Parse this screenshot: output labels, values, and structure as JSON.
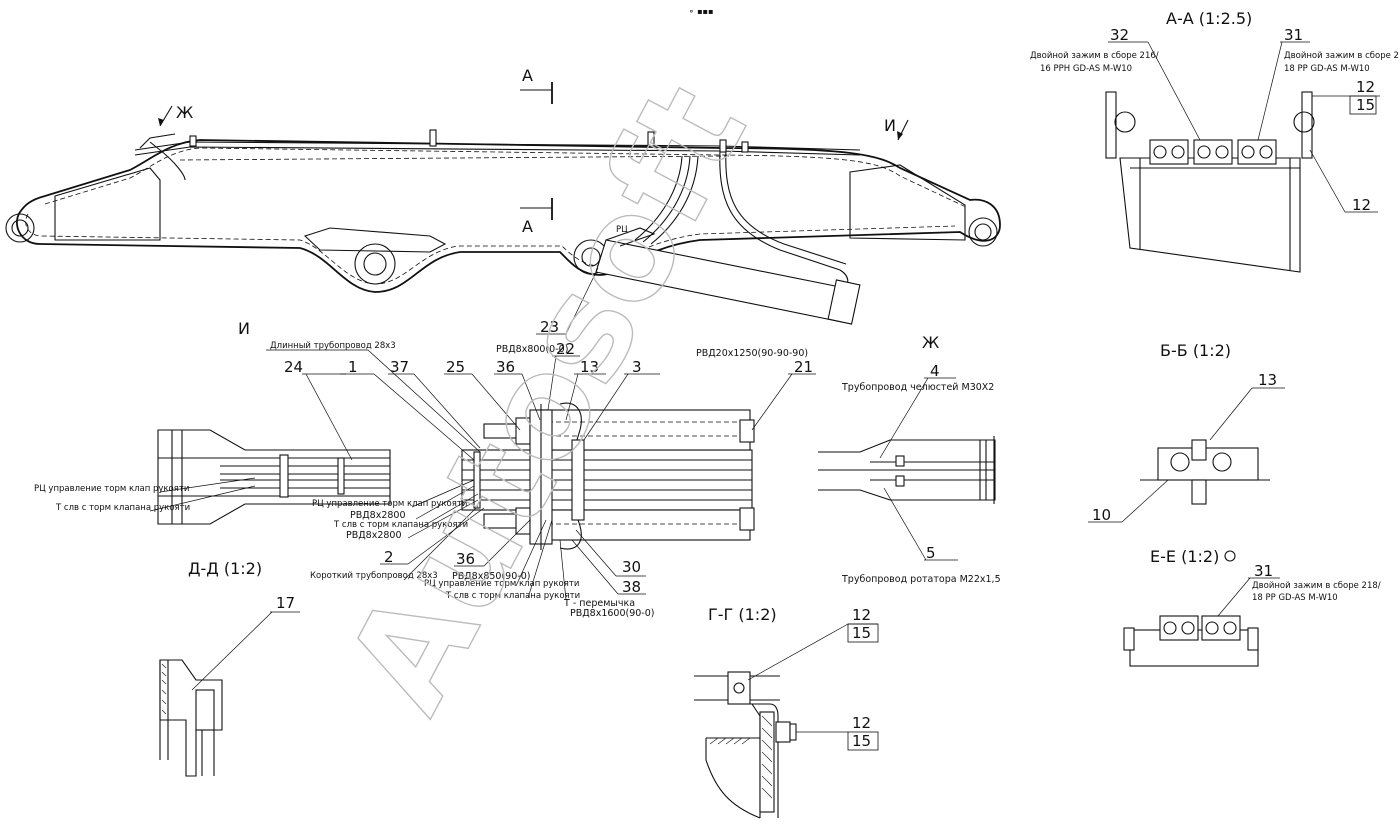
{
  "top_mark": "⚬ ▪▪▪",
  "watermark": "Autosoft",
  "section_labels": {
    "aa": "А-А (1:2.5)",
    "bb": "Б-Б (1:2)",
    "ee": "Е-Е (1:2)",
    "dd": "Д-Д (1:2)",
    "gg": "Г-Г (1:2)",
    "i": "И",
    "zh": "Ж",
    "a_top": "А",
    "a_bottom": "А",
    "zh_arrow": "Ж",
    "i_arrow": "И"
  },
  "part_numbers": {
    "p32": "32",
    "p31_aa": "31",
    "p12_aa_top": "12",
    "p15_aa": "15",
    "p12_aa_bottom": "12",
    "p13": "13",
    "p10": "10",
    "p31_ee": "31",
    "p23": "23",
    "p24": "24",
    "p1": "1",
    "p37": "37",
    "p25": "25",
    "p36_top": "36",
    "p22": "22",
    "p13_mid": "13",
    "p3": "3",
    "p21": "21",
    "p4": "4",
    "p5": "5",
    "p2": "2",
    "p36_bot": "36",
    "p30": "30",
    "p38": "38",
    "p17": "17",
    "p12_gg_a": "12",
    "p15_gg_a": "15",
    "p12_gg_b": "12",
    "p15_gg_b": "15"
  },
  "notes": {
    "aa_left": [
      "Двойной зажим в сборе 216/",
      "16 PPН GD-AS M-W10"
    ],
    "aa_right": [
      "Двойной зажим в сборе 2",
      "18 PP GD-AS M-W10"
    ],
    "ee": [
      "Двойной зажим в сборе 218/",
      "18 PP GD-AS M-W10"
    ],
    "long_pipe": "Длинный трубопровод 28x3",
    "rvd800": "РВД8x800(0-0)",
    "rvd1250": "РВД20x1250(90-90-90)",
    "pipe_jaws": "Трубопровод челюстей М30Х2",
    "pipe_rotator": "Трубопровод ротатора М22x1,5",
    "short_pipe": "Короткий трубопровод 28x3",
    "rvd850": "РВД8x850(90-0)",
    "ru_left1": "РЦ управление торм клап рукояти",
    "t_left": "Т слв с торм клапана рукояти",
    "ru_mid": "РЦ управление торм клап рукояти",
    "rvd2800a": "РВД8x2800",
    "t_mid": "Т слв с торм клапана рукояти",
    "rvd2800b": "РВД8x2800",
    "ru_bot": "РЦ управление торм клап рукояти",
    "t_bot": "Т слв с торм клапана рукояти",
    "jumper": "Т - перемычка",
    "rvd1600": "РВД8x1600(90-0)",
    "rc_tag": "РЦ"
  }
}
